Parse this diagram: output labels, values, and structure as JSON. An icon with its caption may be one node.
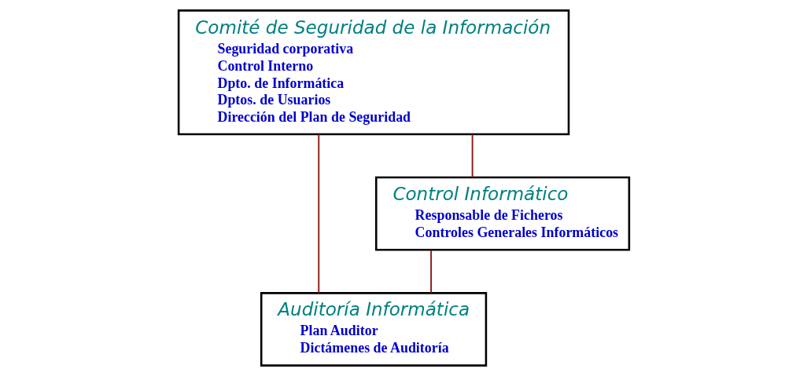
{
  "diagram": {
    "nodes": [
      {
        "text": [
          "Comité de Seguridad de la Información",
          "Seguridad corporativa",
          "Control Interno",
          "Dpto. de Informática",
          "Dptos. de Usuarios",
          "Dirección del Plan de Seguridad"
        ]
      },
      {
        "text": [
          "Auditoría Informática",
          "Plan Auditor",
          "Dictámenes de Auditoría"
        ]
      },
      {
        "text": [
          "Control Informático",
          "Responsable de Ficheros",
          "Controles Generales Informáticos"
        ]
      }
    ],
    "edges": [
      {
        "from": 0,
        "to": 1,
        "arrow": "none"
      },
      {
        "from": 0,
        "to": 2,
        "arrow": "none"
      },
      {
        "from": 2,
        "to": 1,
        "arrow": "none"
      }
    ]
  }
}
